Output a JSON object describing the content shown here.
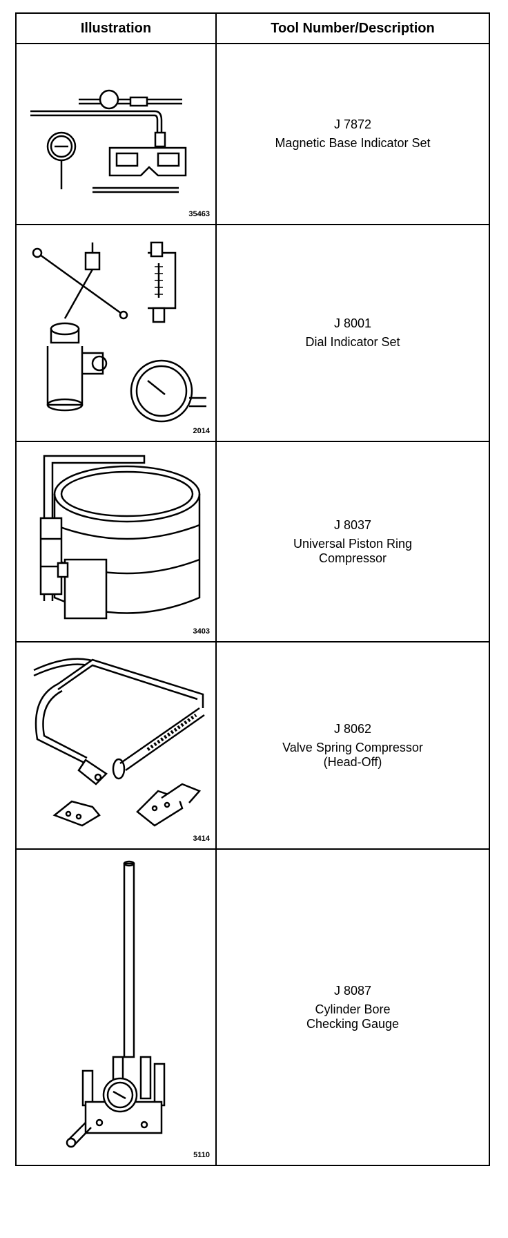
{
  "table": {
    "headers": [
      "Illustration",
      "Tool Number/Description"
    ],
    "rows": [
      {
        "fig": "35463",
        "number": "J 7872",
        "description": [
          "Magnetic Base Indicator Set"
        ]
      },
      {
        "fig": "2014",
        "number": "J 8001",
        "description": [
          "Dial Indicator Set"
        ]
      },
      {
        "fig": "3403",
        "number": "J 8037",
        "description": [
          "Universal Piston Ring",
          "Compressor"
        ]
      },
      {
        "fig": "3414",
        "number": "J 8062",
        "description": [
          "Valve Spring Compressor",
          "(Head-Off)"
        ]
      },
      {
        "fig": "5110",
        "number": "J 8087",
        "description": [
          "Cylinder Bore",
          "Checking Gauge"
        ]
      }
    ]
  }
}
